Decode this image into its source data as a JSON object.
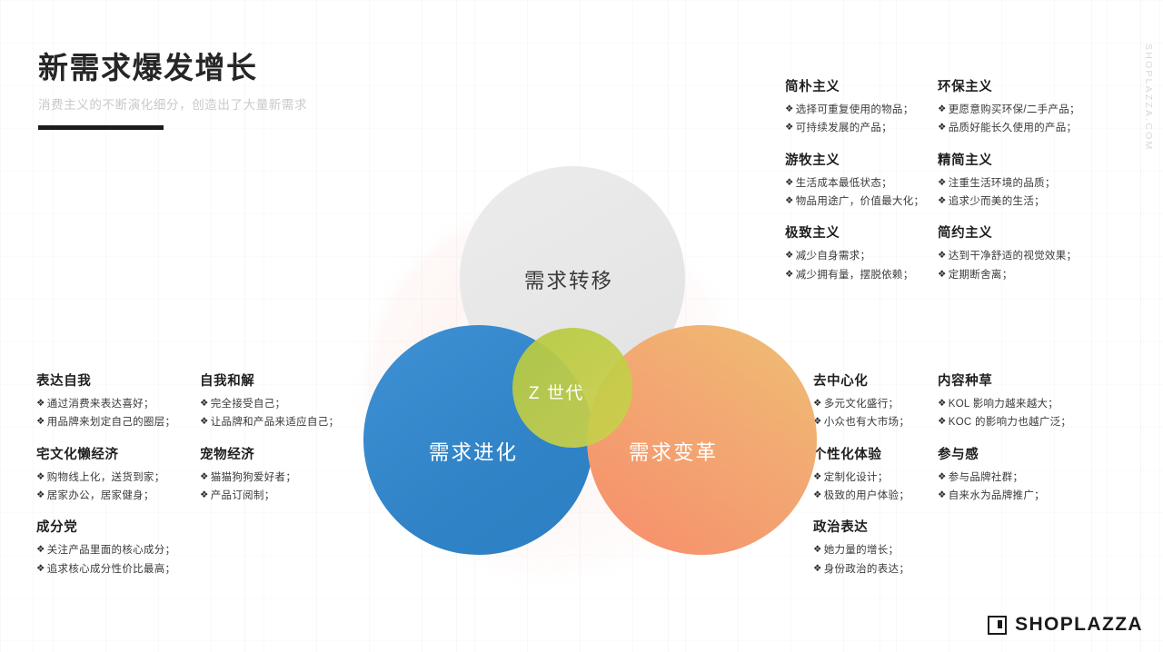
{
  "header": {
    "title": "新需求爆发增长",
    "subtitle": "消费主义的不断演化细分，创造出了大量新需求"
  },
  "venn": {
    "top_label": "需求转移",
    "left_label": "需求进化",
    "right_label": "需求变革",
    "center_label": "Z 世代",
    "colors": {
      "top": "#e8e8e8",
      "left": "#2f83c6",
      "right": "#f3a471",
      "center": "#c2cd47",
      "halo": "#faf2f0"
    }
  },
  "bullet_glyph": "❖",
  "columns": {
    "top_left": [
      {
        "title": "简朴主义",
        "items": [
          "选择可重复使用的物品；",
          "可持续发展的产品；"
        ]
      },
      {
        "title": "游牧主义",
        "items": [
          "生活成本最低状态；",
          "物品用途广，价值最大化；"
        ]
      },
      {
        "title": "极致主义",
        "items": [
          "减少自身需求；",
          "减少拥有量，摆脱依赖；"
        ]
      }
    ],
    "top_right": [
      {
        "title": "环保主义",
        "items": [
          "更愿意购买环保/二手产品；",
          "品质好能长久使用的产品；"
        ]
      },
      {
        "title": "精简主义",
        "items": [
          "注重生活环境的品质；",
          "追求少而美的生活；"
        ]
      },
      {
        "title": "简约主义",
        "items": [
          "达到干净舒适的视觉效果；",
          "定期断舍离；"
        ]
      }
    ],
    "bottom_left_1": [
      {
        "title": "表达自我",
        "items": [
          "通过消费来表达喜好；",
          "用品牌来划定自己的圈层；"
        ]
      },
      {
        "title": "宅文化懒经济",
        "items": [
          "购物线上化，送货到家；",
          "居家办公，居家健身；"
        ]
      },
      {
        "title": "成分党",
        "items": [
          "关注产品里面的核心成分；",
          "追求核心成分性价比最高；"
        ]
      }
    ],
    "bottom_left_2": [
      {
        "title": "自我和解",
        "items": [
          "完全接受自己；",
          "让品牌和产品来适应自己；"
        ]
      },
      {
        "title": "宠物经济",
        "items": [
          "猫猫狗狗爱好者；",
          "产品订阅制；"
        ]
      }
    ],
    "bottom_right_1": [
      {
        "title": "去中心化",
        "items": [
          "多元文化盛行；",
          "小众也有大市场；"
        ]
      },
      {
        "title": "个性化体验",
        "items": [
          "定制化设计；",
          "极致的用户体验；"
        ]
      },
      {
        "title": "政治表达",
        "items": [
          "她力量的增长；",
          "身份政治的表达；"
        ]
      }
    ],
    "bottom_right_2": [
      {
        "title": "内容种草",
        "items": [
          "KOL 影响力越来越大；",
          "KOC 的影响力也越广泛；"
        ]
      },
      {
        "title": "参与感",
        "items": [
          "参与品牌社群；",
          "自来水为品牌推广；"
        ]
      }
    ]
  },
  "watermark": "SHOPLAZZA.COM",
  "footer": {
    "brand": "SHOPLAZZA"
  }
}
